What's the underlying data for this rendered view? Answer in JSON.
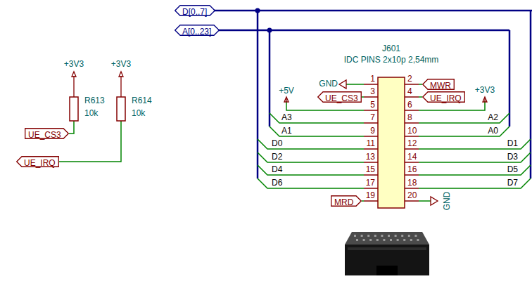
{
  "diagram": {
    "nodes": [
      {
        "text": [
          "D[0..7]"
        ]
      },
      {
        "text": [
          "A[0..23]"
        ]
      },
      {
        "text": [
          "MWR"
        ]
      },
      {
        "text": [
          "UE_CS3"
        ]
      },
      {
        "text": [
          "UE_IRQ"
        ]
      },
      {
        "text": [
          "UE_CS3"
        ]
      },
      {
        "text": [
          "UE_IRQ"
        ]
      },
      {
        "text": [
          "MRD"
        ]
      }
    ],
    "labels": [
      "+3V3",
      "+3V3",
      "R613",
      "10k",
      "R614",
      "10k",
      "J601",
      "IDC PINS 2x10p 2,54mm",
      "GND",
      "1",
      "2",
      "3",
      "4",
      "5",
      "6",
      "7",
      "8",
      "9",
      "10",
      "11",
      "12",
      "13",
      "14",
      "15",
      "16",
      "17",
      "18",
      "19",
      "20",
      "+5V",
      "+3V3",
      "A3",
      "A2",
      "A1",
      "A0",
      "D0",
      "D1",
      "D2",
      "D3",
      "D4",
      "D5",
      "D6",
      "D7",
      "GND"
    ]
  }
}
